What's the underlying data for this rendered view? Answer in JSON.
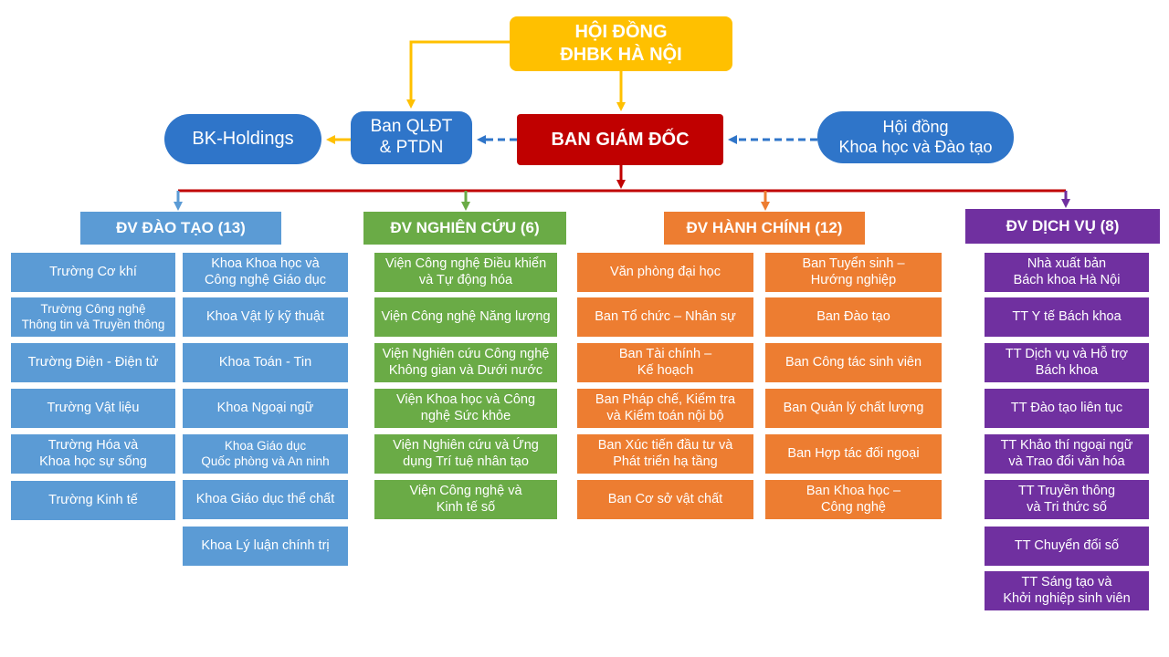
{
  "top": {
    "council": "HỘI ĐỒNG\nĐHBK HÀ NỘI",
    "directors": "BAN GIÁM ĐỐC",
    "qldt": "Ban QLĐT\n& PTDN",
    "holdings": "BK-Holdings",
    "science_council": "Hội đồng\nKhoa học và Đào tạo"
  },
  "colors": {
    "council": "#ffc000",
    "directors": "#c00000",
    "support": "#2f75c9",
    "training": "#5b9bd5",
    "research": "#6aab46",
    "admin": "#ed7d31",
    "service": "#7030a0"
  },
  "groups": {
    "training": {
      "title": "ĐV ĐÀO TẠO (13)",
      "col1": [
        "Trường Cơ khí",
        "Trường Công nghệ\nThông tin và Truyền thông",
        "Trường Điện - Điện tử",
        "Trường Vật liệu",
        "Trường Hóa và\nKhoa học sự sống",
        "Trường Kinh tế"
      ],
      "col2": [
        "Khoa Khoa học và\nCông nghệ Giáo dục",
        "Khoa Vật lý kỹ thuật",
        "Khoa Toán - Tin",
        "Khoa Ngoại ngữ",
        "Khoa Giáo dục\nQuốc phòng và An ninh",
        "Khoa Giáo dục thể chất",
        "Khoa Lý luận chính trị"
      ]
    },
    "research": {
      "title": "ĐV NGHIÊN CỨU (6)",
      "items": [
        "Viện Công nghệ Điều khiển\nvà Tự động hóa",
        "Viện Công nghệ Năng lượng",
        "Viện Nghiên cứu Công nghệ\nKhông gian và Dưới nước",
        "Viện Khoa học và Công\nnghệ Sức khỏe",
        "Viện Nghiên cứu và Ứng\ndụng Trí tuệ nhân tạo",
        "Viện Công nghệ và\nKinh tế số"
      ]
    },
    "admin": {
      "title": "ĐV HÀNH CHÍNH (12)",
      "col1": [
        "Văn phòng đại học",
        "Ban Tổ chức – Nhân sự",
        "Ban Tài chính –\nKế hoạch",
        "Ban Pháp chế, Kiểm tra\nvà Kiểm toán nội bộ",
        "Ban Xúc tiến đầu tư và\nPhát triển hạ tầng",
        "Ban Cơ sở vật chất"
      ],
      "col2": [
        "Ban Tuyển sinh –\nHướng nghiệp",
        "Ban Đào tạo",
        "Ban Công tác sinh viên",
        "Ban Quản lý chất lượng",
        "Ban Hợp tác đối ngoại",
        "Ban Khoa học –\nCông nghệ"
      ]
    },
    "service": {
      "title": "ĐV DỊCH VỤ (8)",
      "items": [
        "Nhà xuất bản\nBách khoa Hà Nội",
        "TT Y tế Bách khoa",
        "TT Dịch vụ và Hỗ trợ\nBách khoa",
        "TT Đào tạo liên tục",
        "TT Khảo thí ngoại ngữ\nvà Trao đổi văn hóa",
        "TT Truyền thông\nvà Tri thức số",
        "TT Chuyển đổi số",
        "TT Sáng tạo và\nKhởi nghiệp sinh viên"
      ]
    }
  }
}
